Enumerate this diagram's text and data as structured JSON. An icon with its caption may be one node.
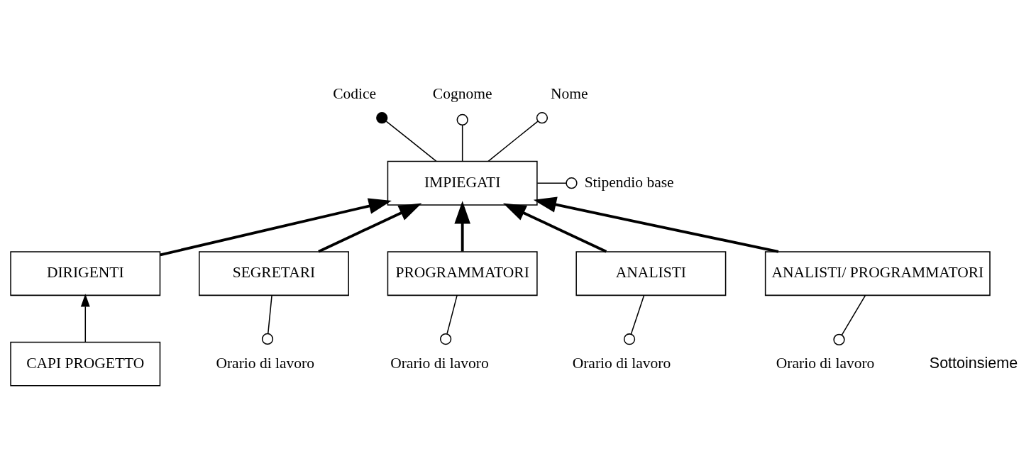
{
  "diagram": {
    "nodes": [
      {
        "text": [
          "IMPIEGATI"
        ]
      },
      {
        "text": [
          "Codice"
        ]
      },
      {
        "text": [
          "Cognome"
        ]
      },
      {
        "text": [
          "Nome"
        ]
      },
      {
        "text": [
          "Stipendio base"
        ]
      },
      {
        "text": [
          "DIRIGENTI"
        ]
      },
      {
        "text": [
          "SEGRETARI"
        ]
      },
      {
        "text": [
          "PROGRAMMATORI"
        ]
      },
      {
        "text": [
          "ANALISTI"
        ]
      },
      {
        "text": [
          "ANALISTI/ PROGRAMMATORI"
        ]
      },
      {
        "text": [
          "Orario di lavoro"
        ]
      },
      {
        "text": [
          "Orario di lavoro"
        ]
      },
      {
        "text": [
          "Orario di lavoro"
        ]
      },
      {
        "text": [
          "Orario di lavoro"
        ]
      },
      {
        "text": [
          "CAPI PROGETTO"
        ]
      }
    ],
    "edges": [
      {
        "from": 0,
        "to": 1,
        "arrow": "other"
      },
      {
        "from": 0,
        "to": 2,
        "arrow": "other"
      },
      {
        "from": 0,
        "to": 3,
        "arrow": "other"
      },
      {
        "from": 0,
        "to": 4,
        "arrow": "other"
      },
      {
        "from": 5,
        "to": 0,
        "arrow": "to",
        "style": "thick"
      },
      {
        "from": 6,
        "to": 0,
        "arrow": "to",
        "style": "thick"
      },
      {
        "from": 7,
        "to": 0,
        "arrow": "to",
        "style": "thick"
      },
      {
        "from": 8,
        "to": 0,
        "arrow": "to",
        "style": "thick"
      },
      {
        "from": 9,
        "to": 0,
        "arrow": "to",
        "style": "thick"
      },
      {
        "from": 6,
        "to": 10,
        "arrow": "other"
      },
      {
        "from": 7,
        "to": 11,
        "arrow": "other"
      },
      {
        "from": 8,
        "to": 12,
        "arrow": "other"
      },
      {
        "from": 9,
        "to": 13,
        "arrow": "other"
      },
      {
        "from": 14,
        "to": 5,
        "arrow": "to"
      }
    ],
    "labels": [
      "Sottoinsieme"
    ]
  }
}
